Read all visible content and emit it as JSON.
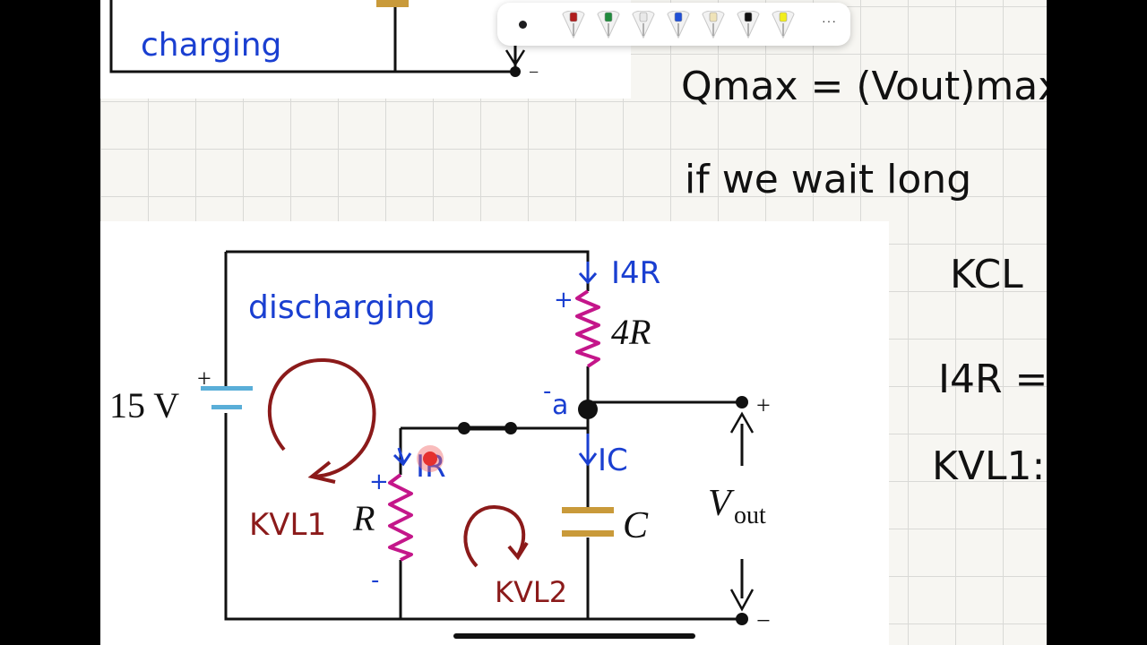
{
  "notes": {
    "charging_label": "charging",
    "discharging_label": "discharging",
    "qmax_line": "Qmax = (Vout)max·C",
    "wait_line": "if we wait long",
    "kcl_label": "KCL",
    "i4r_eq": "I4R =",
    "kvl1_line": "KVL1:",
    "kvl1_loop": "KVL1",
    "kvl2_loop": "KVL2",
    "i4r_arrow": "I4R",
    "ir_arrow": "IR",
    "ic_arrow": "IC",
    "node_a": "a",
    "plus_sign": "+",
    "minus_sign": "-"
  },
  "circuit": {
    "battery_label": "15 V",
    "resistor_top": "4R",
    "resistor_left": "R",
    "capacitor": "C",
    "vout_main": "V",
    "vout_sub": "out",
    "plus": "+",
    "minus": "−"
  },
  "toolbar": {
    "more_label": "···",
    "pens": [
      {
        "name": "red-pen",
        "color": "#b01c1c"
      },
      {
        "name": "green-pen",
        "color": "#1f8a3c"
      },
      {
        "name": "white-pen",
        "color": "#e9e9e9"
      },
      {
        "name": "blue-pen",
        "color": "#1f4fd6"
      },
      {
        "name": "beige-pen",
        "color": "#efe3b8"
      },
      {
        "name": "black-pen",
        "color": "#111111"
      },
      {
        "name": "yellow-pen",
        "color": "#f2ee1c"
      }
    ]
  },
  "colors": {
    "ink_blue": "#1a3fd1",
    "ink_red": "#8b1a1a",
    "resistor": "#c4168a",
    "capacitor": "#c99a3a",
    "battery": "#5aaed8",
    "ink_black": "#111111"
  }
}
